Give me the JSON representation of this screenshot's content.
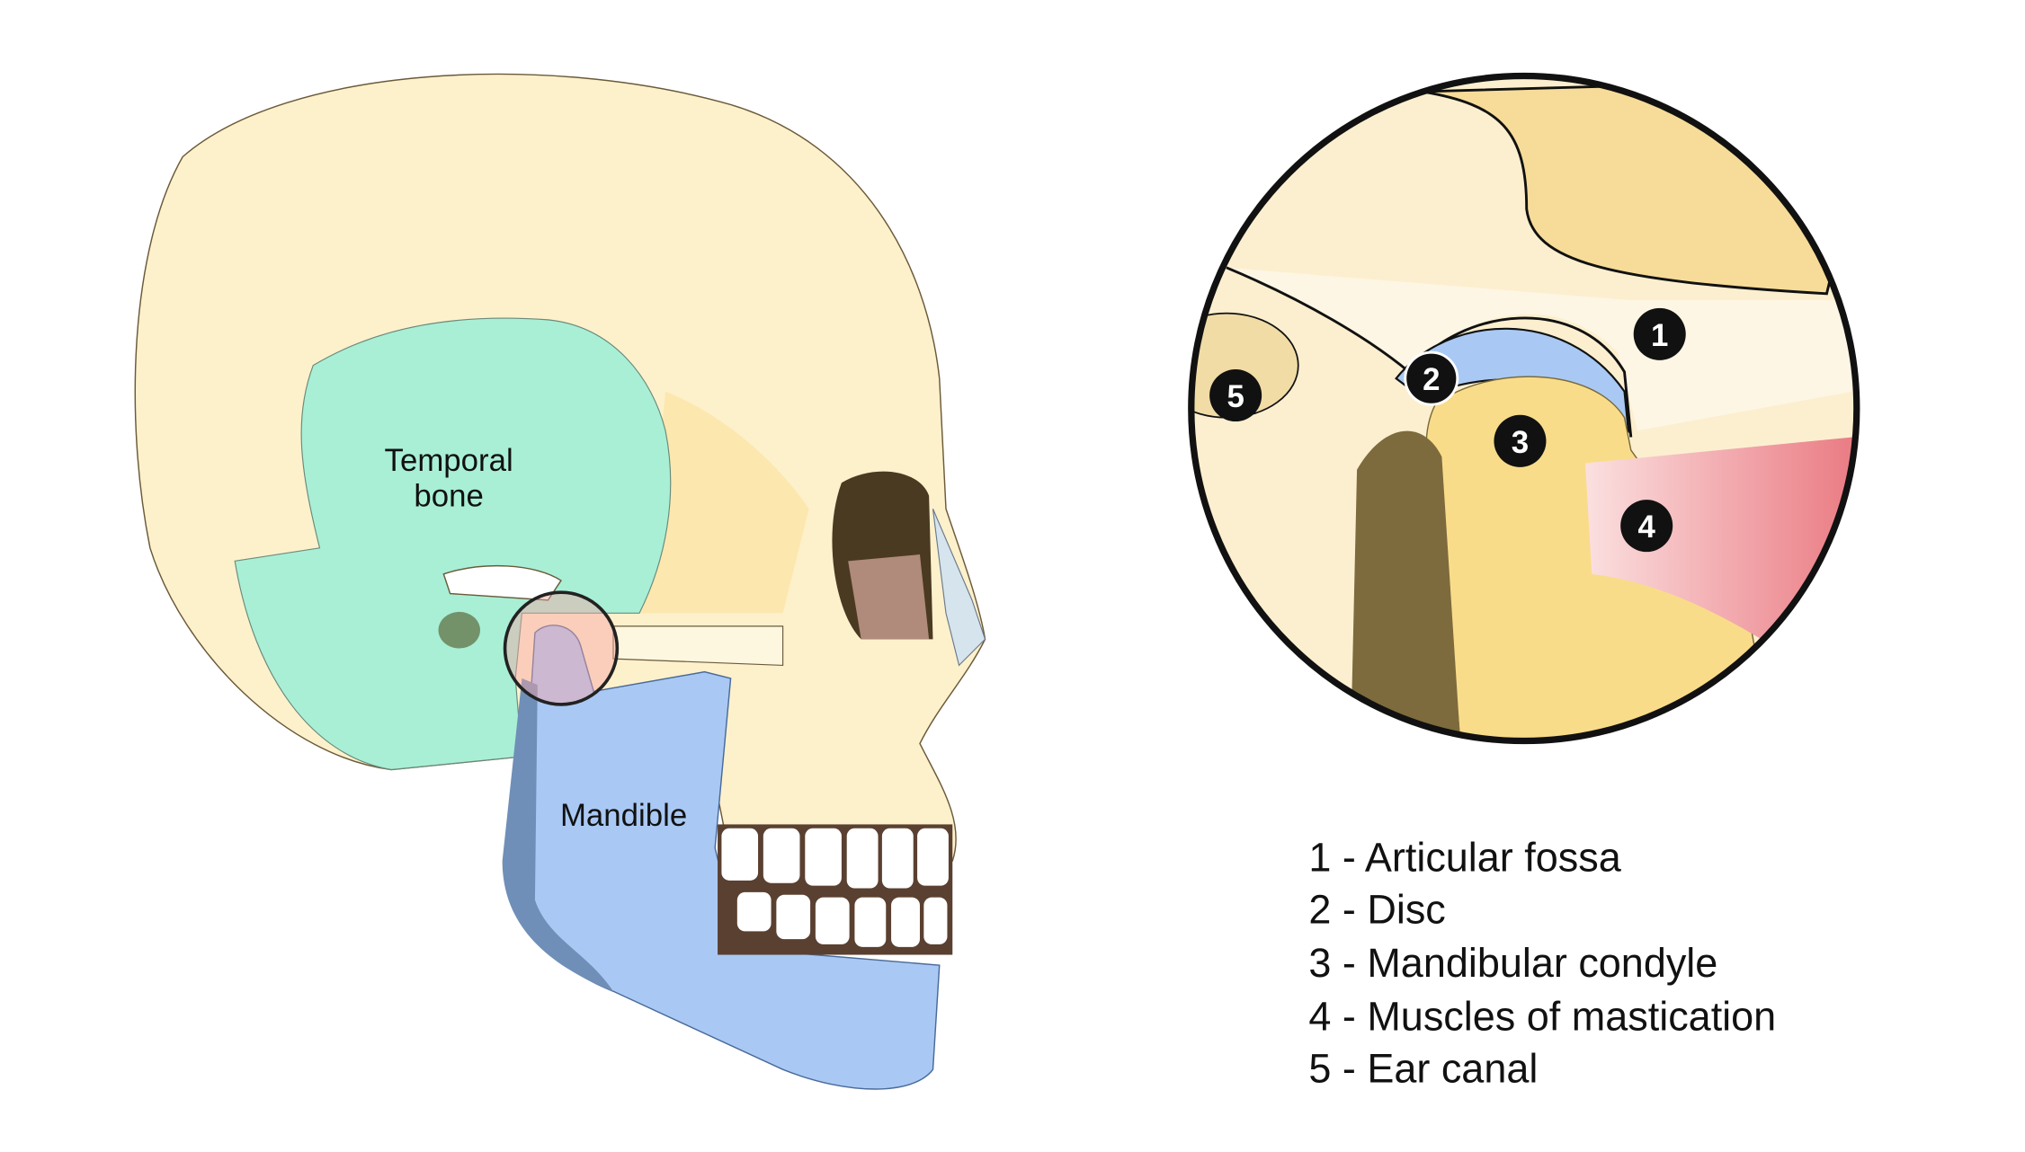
{
  "skull_labels": {
    "temporal_bone_line1": "Temporal",
    "temporal_bone_line2": "bone",
    "mandible": "Mandible"
  },
  "callouts": [
    "1",
    "2",
    "3",
    "4",
    "5"
  ],
  "legend": [
    "1 - Articular fossa",
    "2 - Disc",
    "3 - Mandibular condyle",
    "4 - Muscles of mastication",
    "5 - Ear canal"
  ],
  "colors": {
    "bone": "#fdf1cc",
    "temporal": "#a8efd6",
    "mandible": "#a9c9f4",
    "muscle": "#ee8d93",
    "condyle": "#f9dc8a",
    "disc": "#a9c9f4"
  }
}
